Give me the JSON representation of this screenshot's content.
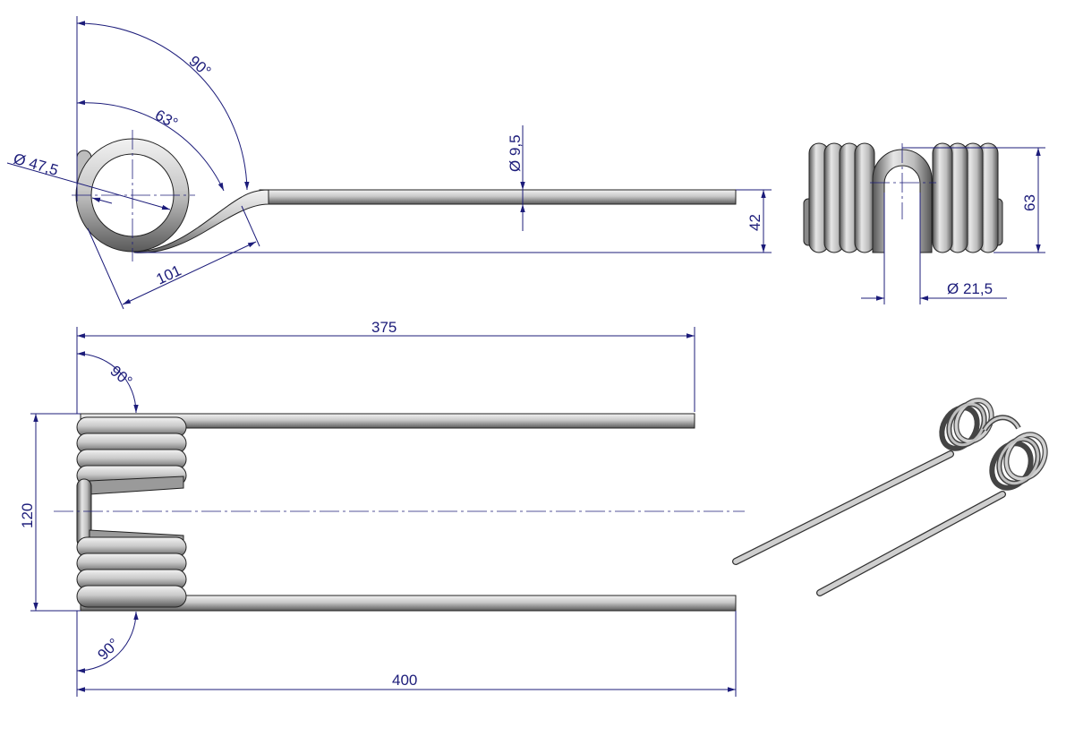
{
  "title": "Spring tine technical drawing",
  "colors": {
    "dimension": "#1c1c7a",
    "wire": "#b8b8b8",
    "outline": "#222222"
  },
  "top_view": {
    "angle_outer": "90°",
    "angle_inner": "63°",
    "coil_diameter": "Ø 47,5",
    "wire_diameter": "Ø 9,5",
    "offset_length": "101",
    "height": "42"
  },
  "end_view": {
    "height": "63",
    "inner_diameter": "Ø 21,5"
  },
  "plan_view": {
    "short_tine_length": "375",
    "long_tine_length": "400",
    "width": "120",
    "angle_top": "90°",
    "angle_bottom": "90°"
  }
}
